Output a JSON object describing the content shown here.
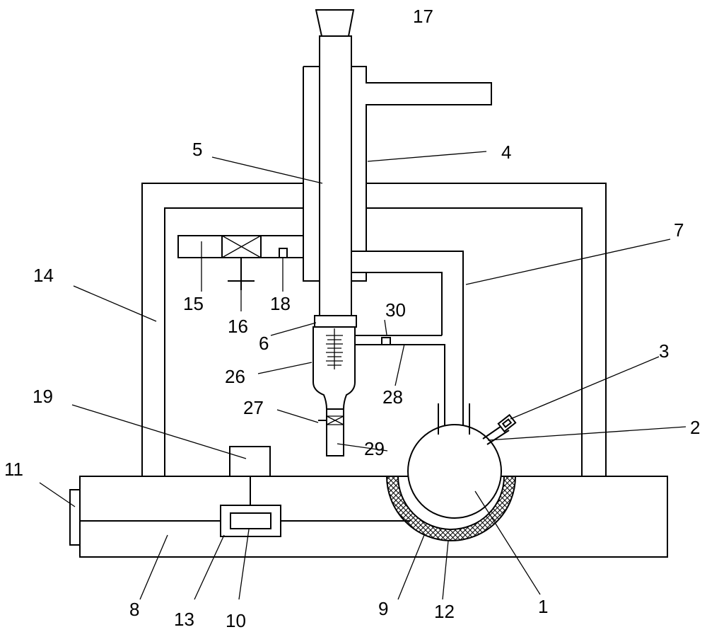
{
  "labels": {
    "l1": "1",
    "l2": "2",
    "l3": "3",
    "l4": "4",
    "l5": "5",
    "l6": "6",
    "l7": "7",
    "l8": "8",
    "l9": "9",
    "l10": "10",
    "l11": "11",
    "l12": "12",
    "l13": "13",
    "l14": "14",
    "l15": "15",
    "l16": "16",
    "l17": "17",
    "l18": "18",
    "l19": "19",
    "l26": "26",
    "l27": "27",
    "l28": "28",
    "l29": "29",
    "l30": "30"
  },
  "colors": {
    "line": "#000000",
    "background": "#ffffff",
    "jacket_hatch": "#000000"
  }
}
